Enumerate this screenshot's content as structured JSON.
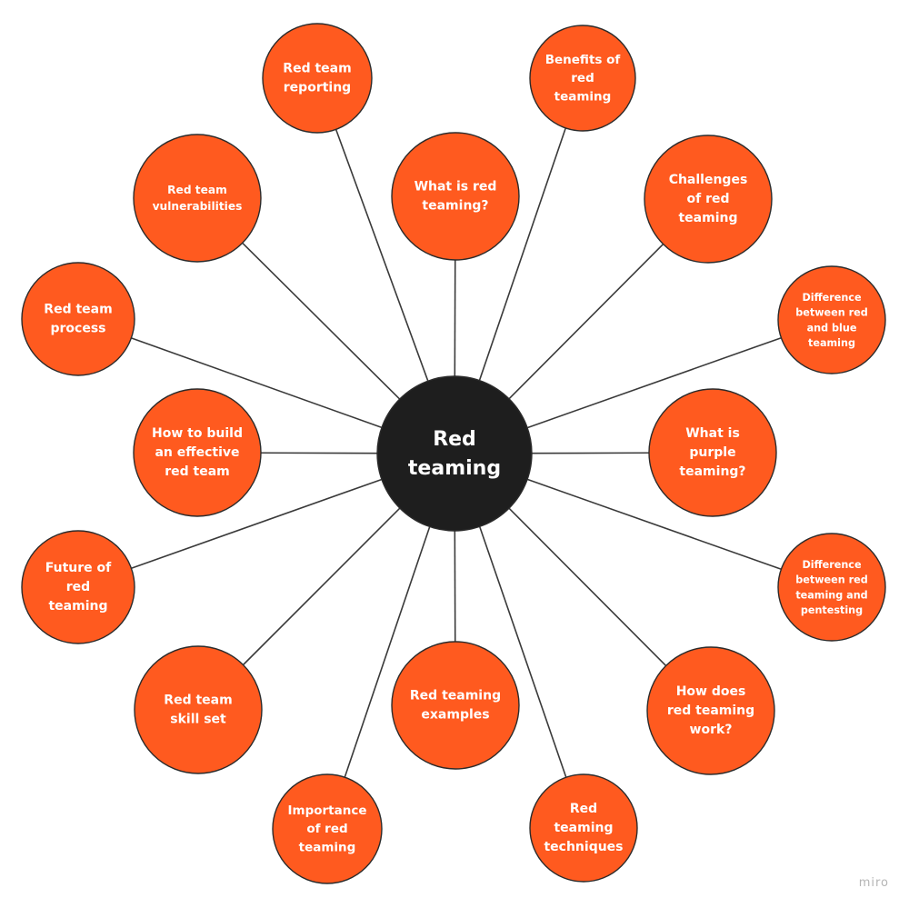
{
  "center": {
    "label_lines": [
      "Red",
      "teaming"
    ]
  },
  "topics": [
    {
      "key": "what-is-red-teaming",
      "lines": [
        "What is red",
        "teaming?"
      ]
    },
    {
      "key": "benefits-of-red-teaming",
      "lines": [
        "Benefits of",
        "red",
        "teaming"
      ]
    },
    {
      "key": "challenges-of-red-teaming",
      "lines": [
        "Challenges",
        "of red",
        "teaming"
      ]
    },
    {
      "key": "difference-red-blue-teaming",
      "lines": [
        "Difference",
        "between red",
        "and blue",
        "teaming"
      ]
    },
    {
      "key": "what-is-purple-teaming",
      "lines": [
        "What is",
        "purple",
        "teaming?"
      ]
    },
    {
      "key": "difference-red-teaming-pentesting",
      "lines": [
        "Difference",
        "between red",
        "teaming and",
        "pentesting"
      ]
    },
    {
      "key": "how-does-red-teaming-work",
      "lines": [
        "How does",
        "red teaming",
        "work?"
      ]
    },
    {
      "key": "red-teaming-techniques",
      "lines": [
        "Red",
        "teaming",
        "techniques"
      ]
    },
    {
      "key": "red-teaming-examples",
      "lines": [
        "Red teaming",
        "examples"
      ]
    },
    {
      "key": "importance-of-red-teaming",
      "lines": [
        "Importance",
        "of red",
        "teaming"
      ]
    },
    {
      "key": "red-team-skill-set",
      "lines": [
        "Red team",
        "skill set"
      ]
    },
    {
      "key": "future-of-red-teaming",
      "lines": [
        "Future of",
        "red",
        "teaming"
      ]
    },
    {
      "key": "how-to-build-effective-red-team",
      "lines": [
        "How to build",
        "an effective",
        "red team"
      ]
    },
    {
      "key": "red-team-process",
      "lines": [
        "Red team",
        "process"
      ]
    },
    {
      "key": "red-team-vulnerabilities",
      "lines": [
        "Red team",
        "vulnerabilities"
      ]
    },
    {
      "key": "red-team-reporting",
      "lines": [
        "Red team",
        "reporting"
      ]
    }
  ],
  "colors": {
    "topic_fill": "#FF5A1F",
    "center_fill": "#1E1E1E",
    "stroke": "#2B2B2B",
    "line": "#3A3A3A"
  },
  "watermark": "miro"
}
